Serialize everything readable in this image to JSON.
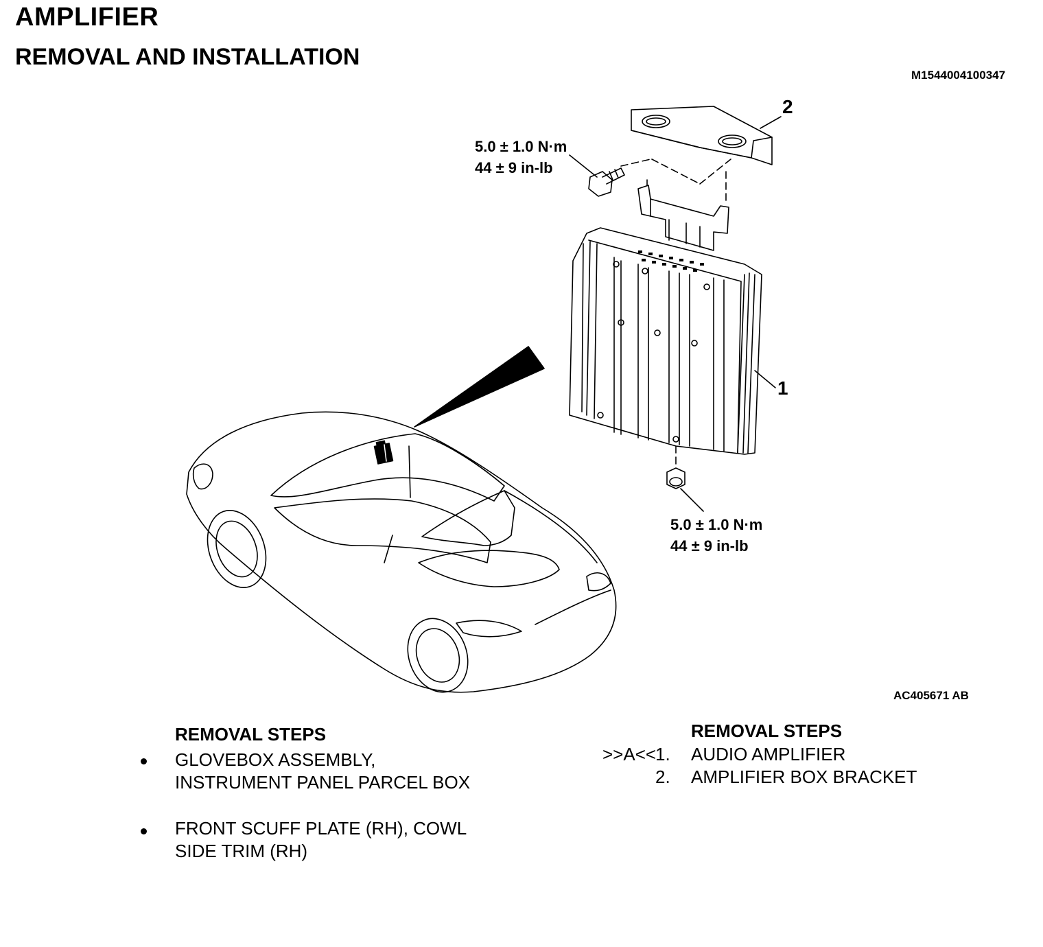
{
  "header": {
    "title": "AMPLIFIER",
    "subtitle": "REMOVAL AND INSTALLATION",
    "doc_id": "M1544004100347"
  },
  "figure": {
    "code": "AC405671 AB",
    "torque_top": {
      "line1": "5.0 ± 1.0 N·m",
      "line2": "44 ± 9 in-lb"
    },
    "torque_bottom": {
      "line1": "5.0 ± 1.0 N·m",
      "line2": "44 ± 9 in-lb"
    },
    "callouts": [
      "1",
      "2"
    ]
  },
  "removal_left": {
    "heading": "REMOVAL STEPS",
    "items": [
      {
        "line1": "GLOVEBOX ASSEMBLY,",
        "line2": "INSTRUMENT PANEL PARCEL BOX"
      },
      {
        "line1": "FRONT SCUFF PLATE (RH), COWL",
        "line2": "SIDE TRIM (RH)"
      }
    ]
  },
  "removal_right": {
    "heading": "REMOVAL STEPS",
    "marker": ">>A<<",
    "steps": [
      {
        "num": "1.",
        "text": "AUDIO AMPLIFIER"
      },
      {
        "num": "2.",
        "text": "AMPLIFIER BOX BRACKET"
      }
    ]
  }
}
